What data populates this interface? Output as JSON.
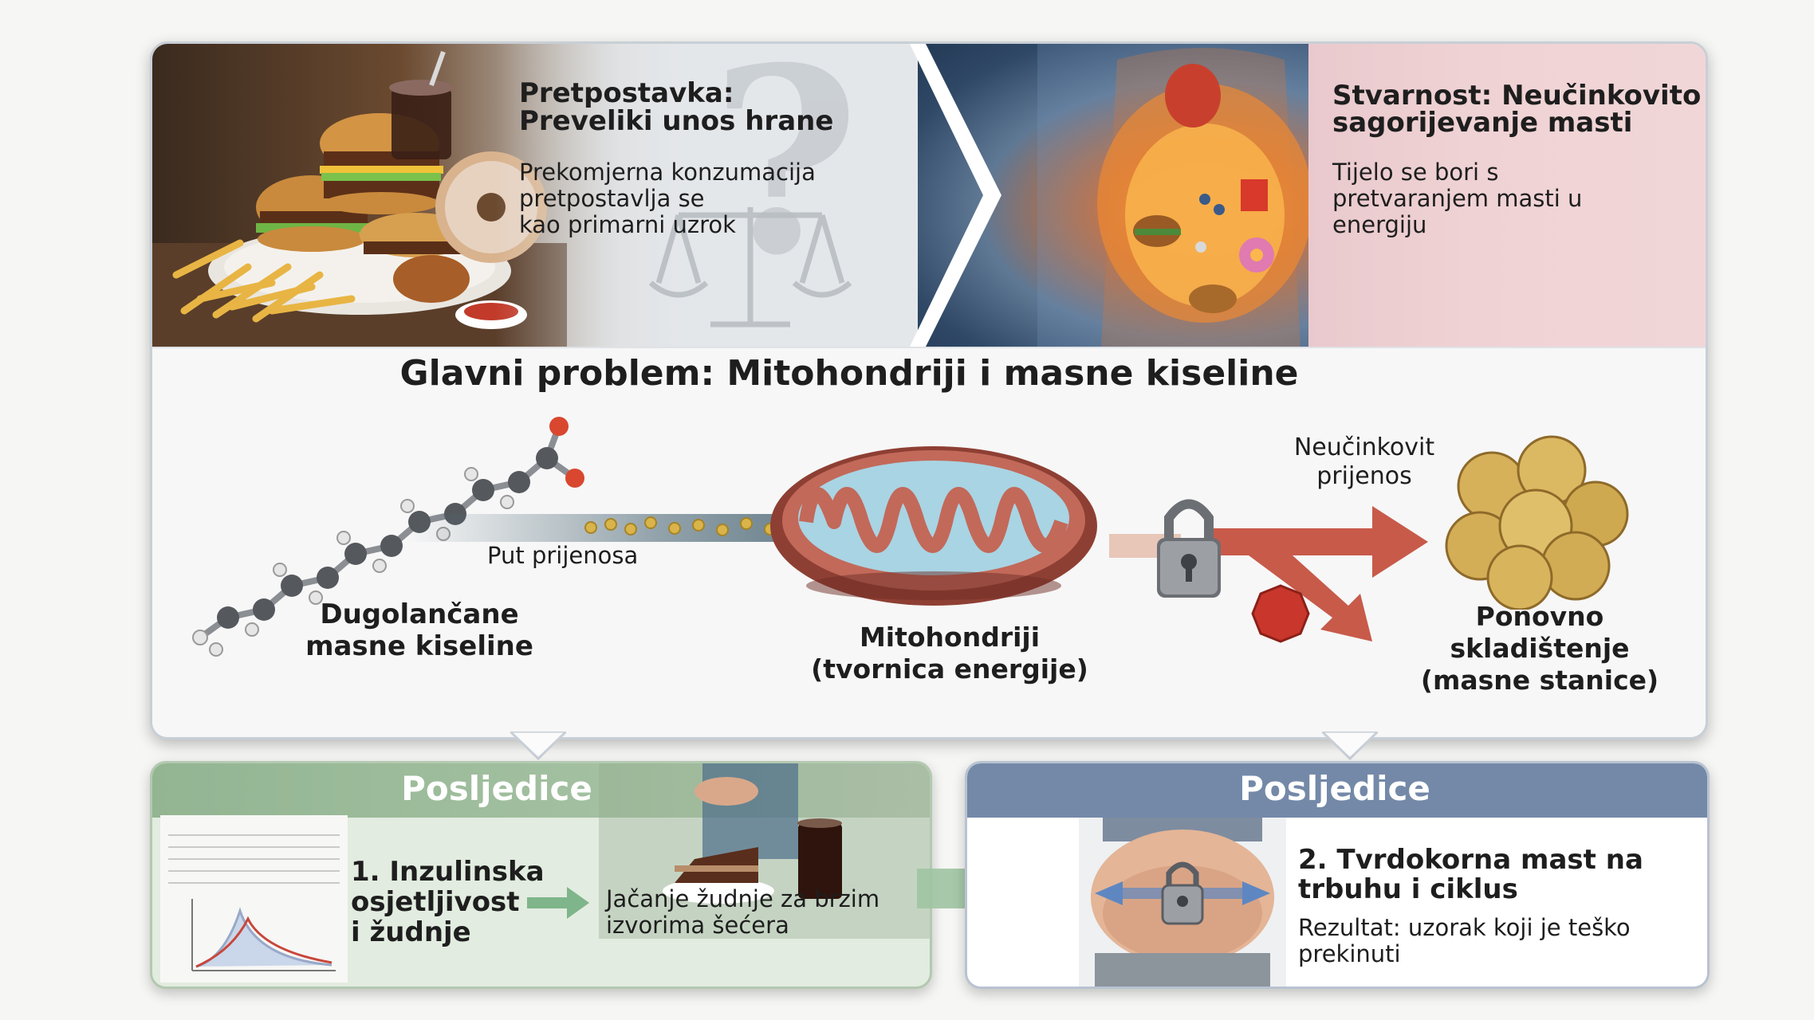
{
  "assumption": {
    "title_line1": "Pretpostavka:",
    "title_line2": "Preveliki unos hrane",
    "text_line1": "Prekomjerna konzumacija",
    "text_line2": "pretpostavlja se",
    "text_line3": "kao primarni uzrok"
  },
  "reality": {
    "title_line1": "Stvarnost: Neučinkovito",
    "title_line2": "sagorijevanje masti",
    "text_line1": "Tijelo se bori s",
    "text_line2": "pretvaranjem masti u",
    "text_line3": "energiju"
  },
  "main": {
    "title": "Glavni problem: Mitohondriji i masne kiseline",
    "fatty_acids_line1": "Dugolančane",
    "fatty_acids_line2": "masne kiseline",
    "path_label": "Put prijenosa",
    "mito_line1": "Mitohondriji",
    "mito_line2": "(tvornica energije)",
    "transfer_line1": "Neučinkovit",
    "transfer_line2": "prijenos",
    "storage_line1": "Ponovno",
    "storage_line2": "skladištenje",
    "storage_line3": "(masne stanice)"
  },
  "consequence1": {
    "header": "Posljedice",
    "title_line1": "1. Inzulinska",
    "title_line2": "osjetljivost",
    "title_line3": "i žudnje",
    "text_line1": "Jačanje žudnje za brzim",
    "text_line2": "izvorima šećera"
  },
  "consequence2": {
    "header": "Posljedice",
    "title_line1": "2. Tvrdokorna mast na",
    "title_line2": "trbuhu i ciklus",
    "text_line1": "Rezultat: uzorak koji je teško",
    "text_line2": "prekinuti"
  },
  "colors": {
    "green_header": "#9dbd9c",
    "blue_header": "#7489a8",
    "reality_bg": "#efd2d4",
    "arrow_teal": "#4f6a78",
    "arrow_red": "#c85a4a"
  }
}
